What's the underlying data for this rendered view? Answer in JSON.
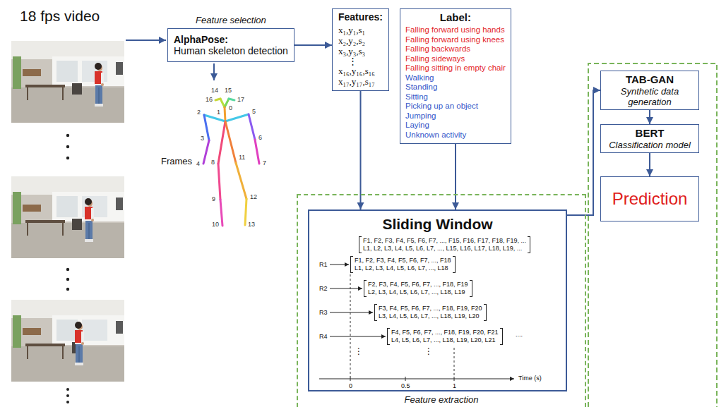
{
  "diagram": {
    "nodes": [
      {
        "text": [
          "Feature selection",
          "AlphaPose:",
          "Human skeleton detection"
        ]
      },
      {
        "text": [
          "Features:",
          "x₁,y₁,s₁",
          "x₂,y₂,s₂",
          "x₃,y₃,s₃",
          "⋮",
          "x₁₆,y₁₆,s₁₆",
          "x₁₇,y₁₇,s₁₇"
        ]
      },
      {
        "text": [
          "Label:",
          "Falling forward using hands",
          "Falling forward using knees",
          "Falling backwards",
          "Falling sideways",
          "Falling sitting in empty chair",
          "Walking",
          "Standing",
          "Sitting",
          "Picking up an object",
          "Jumping",
          "Laying",
          "Unknown activity"
        ]
      },
      {
        "text": [
          "Feature extraction"
        ]
      },
      {
        "text": [
          "Sliding Window",
          "F1, F2, F3, F4, F5, F6, F7, ..., F15, F16, F17, F18, F19, ...",
          "L1, L2, L3, L4, L5, L6, L7, ..., L15, L16, L17, L18, L19, ...",
          "R1",
          "F1, F2, F3, F4, F5, F6, F7, ..., F18",
          "L1, L2, L3, L4, L5, L6, L7, ..., L18",
          "R2",
          "F2, F3, F4, F5, F6, F7, ..., F18, F19",
          "L2, L3, L4, L5, L6, L7, ..., L18, L19",
          "R3",
          "F3, F4, F5, F6, F7, ..., F18, F19, F20",
          "L3, L4, L5, L6, L7, ..., L18, L19, L20",
          "R4",
          "F4, F5, F6, F7, ..., F18, F19, F20, F21",
          "L4, L5, L6, L7, ..., L18, L19, L20, L21",
          "....",
          "⋮",
          "⋮",
          "0",
          "0.5",
          "1",
          "Time (s)"
        ],
        "in": 3
      },
      {
        "text": [
          "TAB-GAN",
          "Synthetic data generation"
        ]
      },
      {
        "text": [
          "BERT",
          "Classification model"
        ]
      },
      {
        "text": [
          "Prediction"
        ]
      }
    ],
    "edges": [
      {
        "from": 0,
        "to": 1,
        "arrow": "to"
      },
      {
        "from": 1,
        "to": 4,
        "arrow": "to"
      },
      {
        "from": 2,
        "to": 4,
        "arrow": "to"
      },
      {
        "from": 4,
        "to": 5,
        "arrow": "to"
      },
      {
        "from": 5,
        "to": 6,
        "arrow": "to"
      },
      {
        "from": 6,
        "to": 7,
        "arrow": "to"
      }
    ],
    "labels": [
      "18 fps video",
      "Frames",
      "14",
      "15",
      "16",
      "17",
      "0",
      "2",
      "1",
      "5",
      "3",
      "6",
      "4",
      "8",
      "11",
      "7",
      "9",
      "12",
      "10",
      "13"
    ]
  }
}
